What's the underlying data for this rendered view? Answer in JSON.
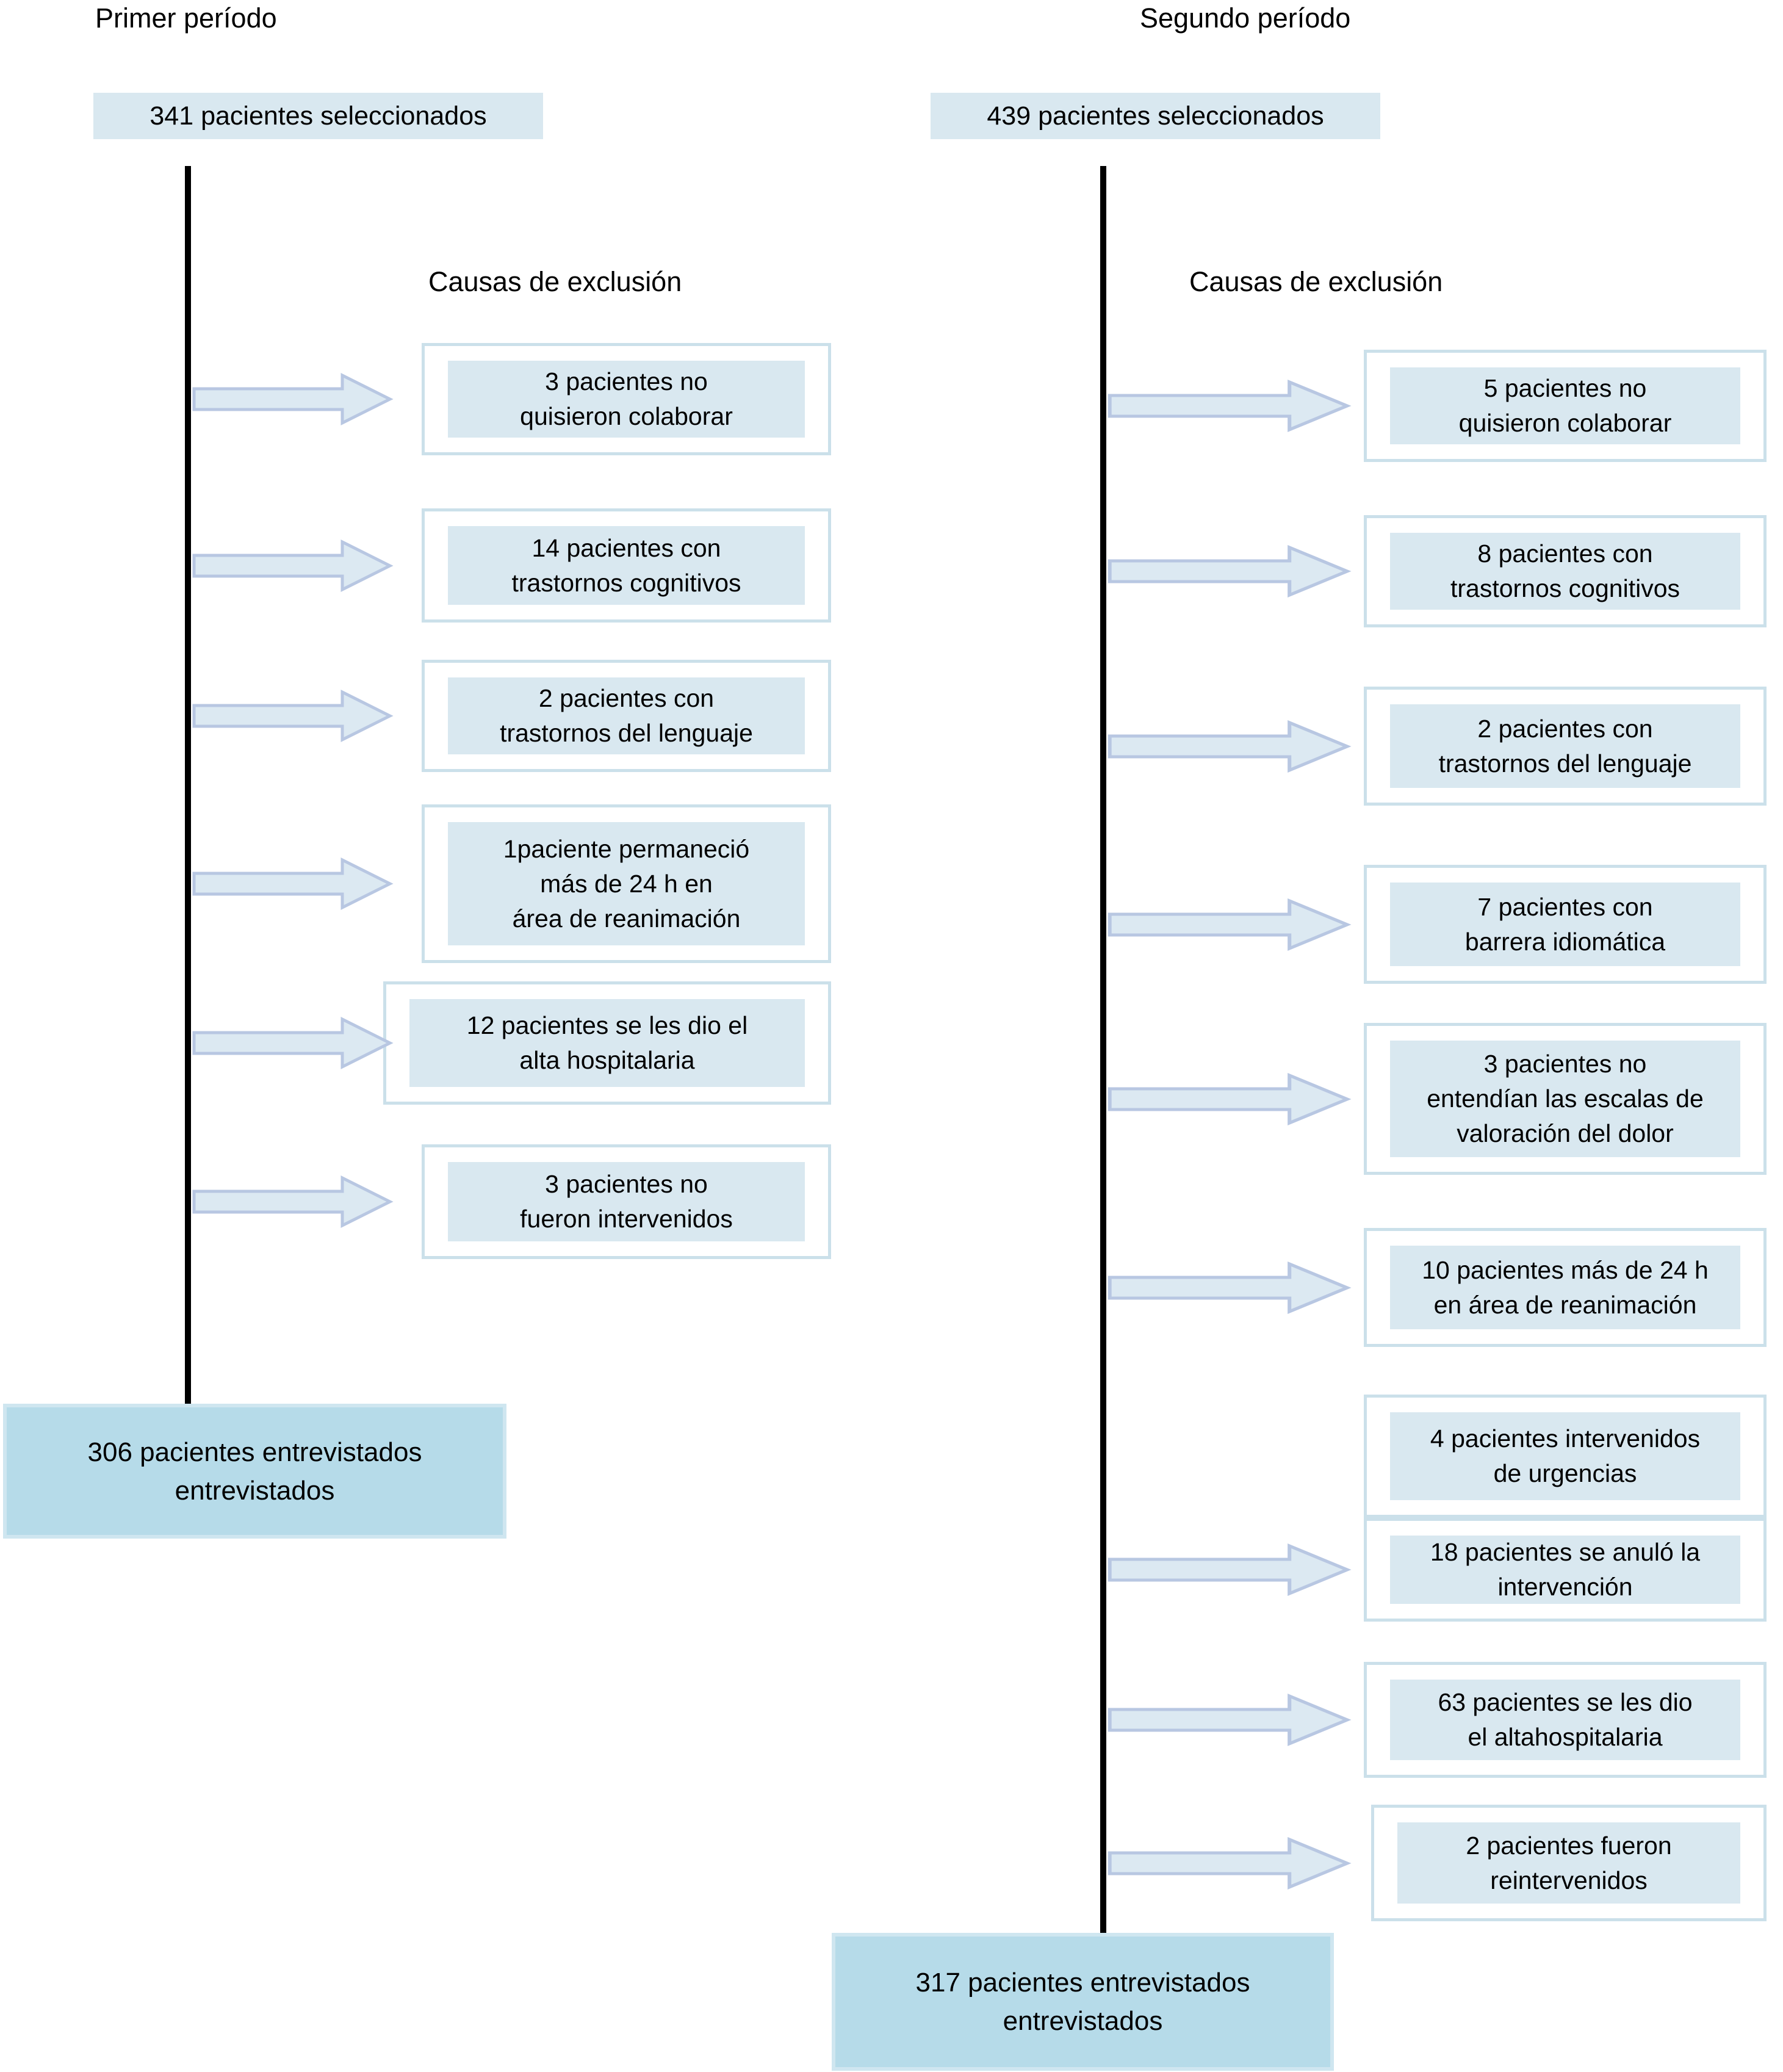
{
  "diagram": {
    "columns": [
      {
        "title": "Primer período",
        "selected": "341 pacientes seleccionados",
        "exclusion_label": "Causas de exclusión",
        "exclusions": [
          {
            "lines": [
              "3 pacientes no",
              "quisieron colaborar"
            ]
          },
          {
            "lines": [
              "14 pacientes con",
              "trastornos cognitivos"
            ]
          },
          {
            "lines": [
              "2 pacientes con",
              "trastornos del lenguaje"
            ]
          },
          {
            "lines": [
              "1paciente permaneció",
              "más de 24 h en",
              "área de reanimación"
            ]
          },
          {
            "lines": [
              "12 pacientes se les dio el",
              "alta hospitalaria"
            ]
          },
          {
            "lines": [
              "3 pacientes no",
              "fueron intervenidos"
            ]
          }
        ],
        "final_lines": [
          "306 pacientes entrevistados",
          "entrevistados"
        ]
      },
      {
        "title": "Segundo período",
        "selected": "439 pacientes seleccionados",
        "exclusion_label": "Causas de exclusión",
        "exclusions": [
          {
            "lines": [
              "5 pacientes no",
              "quisieron colaborar"
            ]
          },
          {
            "lines": [
              "8 pacientes con",
              "trastornos cognitivos"
            ]
          },
          {
            "lines": [
              "2 pacientes con",
              "trastornos del lenguaje"
            ]
          },
          {
            "lines": [
              "7 pacientes con",
              "barrera idiomática"
            ]
          },
          {
            "lines": [
              "3 pacientes no",
              "entendían las escalas de",
              "valoración del dolor"
            ]
          },
          {
            "lines": [
              "10 pacientes más de 24 h",
              "en área de reanimación"
            ]
          },
          {
            "lines": [
              "4 pacientes intervenidos",
              "de urgencias"
            ]
          },
          {
            "lines": [
              "18 pacientes se anuló la",
              "intervención"
            ]
          },
          {
            "lines": [
              "63 pacientes se les dio",
              "el altahospitalaria"
            ]
          },
          {
            "lines": [
              "2 pacientes fueron",
              "reintervenidos"
            ]
          }
        ],
        "final_lines": [
          "317 pacientes entrevistados",
          "entrevistados"
        ]
      }
    ],
    "colors": {
      "box_fill": "#d9e8f0",
      "box_border": "#cbe0ea",
      "final_fill": "#b6dbe9",
      "final_border": "#cfe6f0",
      "arrow_fill": "#dce9f2",
      "arrow_border": "#b8c7e2",
      "line": "#000000"
    }
  }
}
